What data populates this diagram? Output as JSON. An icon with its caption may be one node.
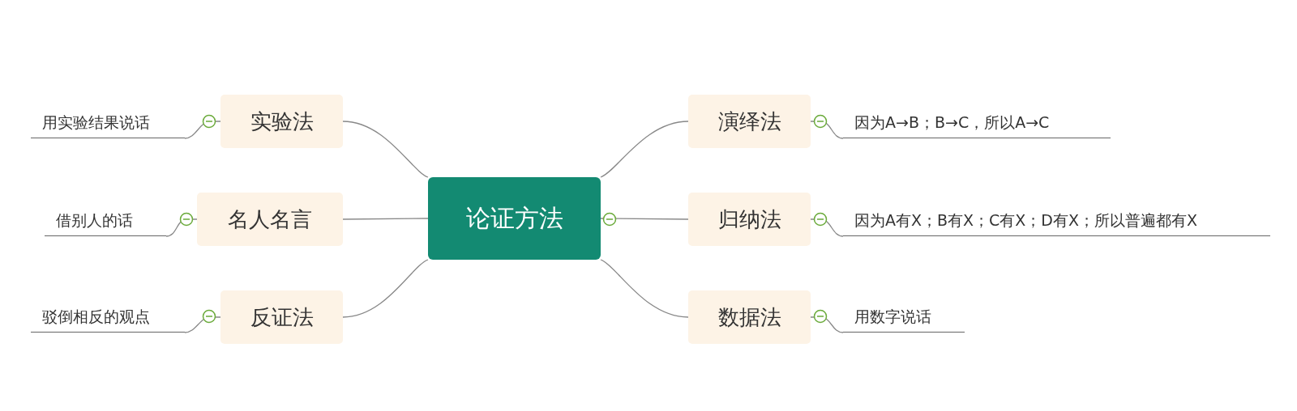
{
  "diagram": {
    "nodes": [
      {
        "text": [
          "论证方法"
        ]
      },
      {
        "text": [
          "实验法"
        ]
      },
      {
        "text": [
          "名人名言"
        ]
      },
      {
        "text": [
          "反证法"
        ]
      },
      {
        "text": [
          "演绎法"
        ]
      },
      {
        "text": [
          "归纳法"
        ]
      },
      {
        "text": [
          "数据法"
        ]
      },
      {
        "text": [
          "用实验结果说话"
        ]
      },
      {
        "text": [
          "借别人的话"
        ]
      },
      {
        "text": [
          "驳倒相反的观点"
        ]
      },
      {
        "text": [
          "因为A→B；B→C，所以A→C"
        ]
      },
      {
        "text": [
          "因为A有X；B有X；C有X；D有X；所以普遍都有X"
        ]
      },
      {
        "text": [
          "用数字说话"
        ]
      }
    ],
    "edges": [
      {
        "from": 0,
        "to": 1,
        "arrow": "none"
      },
      {
        "from": 0,
        "to": 2,
        "arrow": "none"
      },
      {
        "from": 0,
        "to": 3,
        "arrow": "none"
      },
      {
        "from": 0,
        "to": 4,
        "arrow": "none"
      },
      {
        "from": 0,
        "to": 5,
        "arrow": "none"
      },
      {
        "from": 0,
        "to": 6,
        "arrow": "none"
      },
      {
        "from": 1,
        "to": 7,
        "arrow": "none"
      },
      {
        "from": 2,
        "to": 8,
        "arrow": "none"
      },
      {
        "from": 3,
        "to": 9,
        "arrow": "none"
      },
      {
        "from": 4,
        "to": 10,
        "arrow": "none"
      },
      {
        "from": 5,
        "to": 11,
        "arrow": "none"
      },
      {
        "from": 6,
        "to": 12,
        "arrow": "none"
      }
    ]
  }
}
